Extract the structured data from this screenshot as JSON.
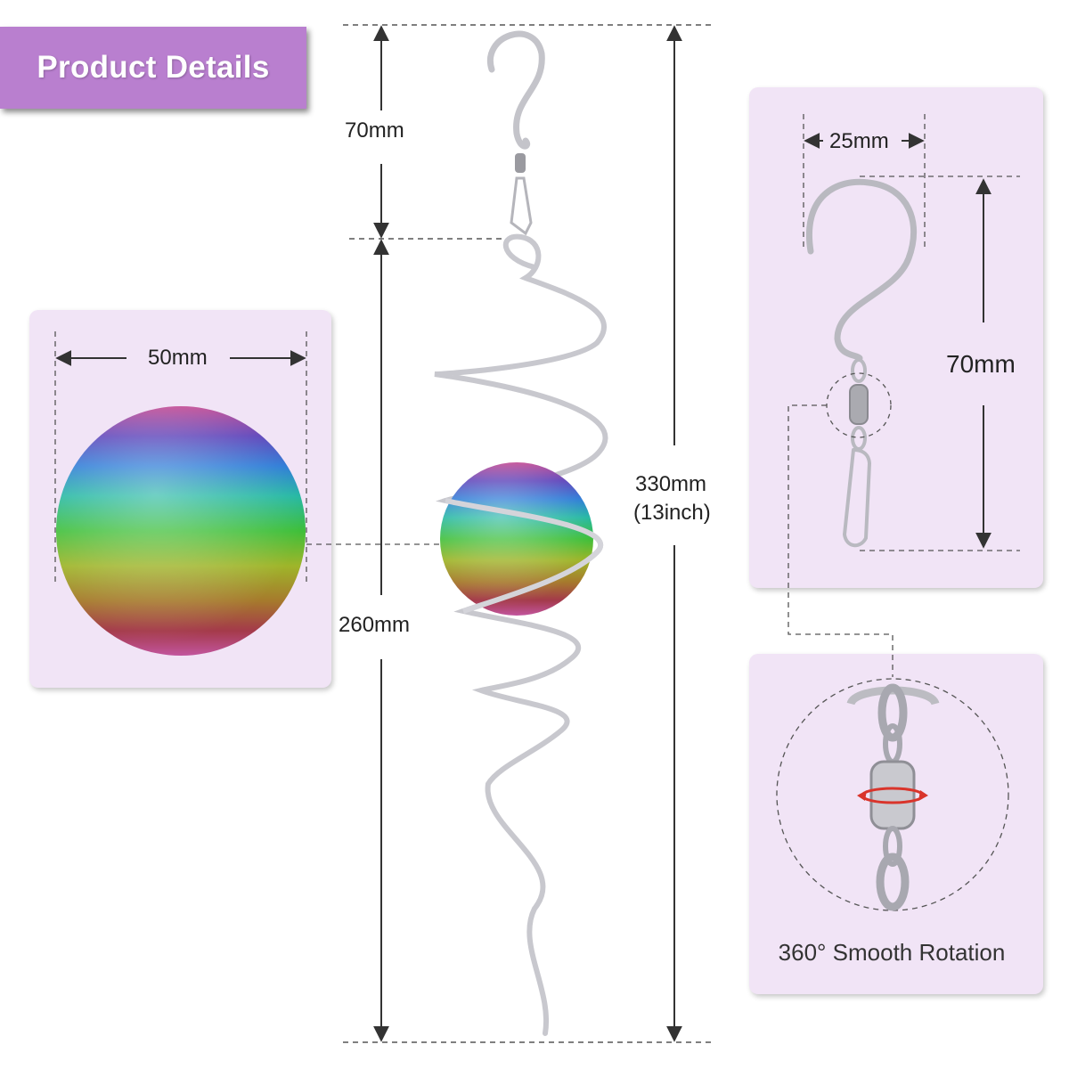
{
  "header": {
    "title": "Product Details"
  },
  "dimensions": {
    "hook_height": "70mm",
    "spiral_height": "260mm",
    "total_height_mm": "330mm",
    "total_height_inch": "(13inch)",
    "ball_diameter": "50mm",
    "hook_width": "25mm",
    "hook_panel_height": "70mm"
  },
  "feature": {
    "rotation_label": "360° Smooth Rotation"
  },
  "colors": {
    "banner": "#b97fcf",
    "panel": "#f1e4f6",
    "metal": "#c9c9cf",
    "dimension_line": "#333333"
  },
  "icons": [
    "rotation-arrow-icon",
    "s-hook-icon",
    "swivel-icon",
    "gazing-ball-icon"
  ]
}
